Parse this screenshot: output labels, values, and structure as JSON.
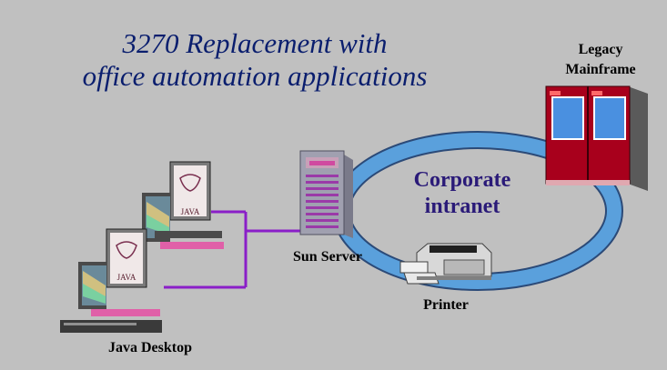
{
  "title": {
    "line1": "3270 Replacement with",
    "line2": "office automation applications"
  },
  "labels": {
    "mainframe_line1": "Legacy",
    "mainframe_line2": "Mainframe",
    "intranet_line1": "Corporate",
    "intranet_line2": "intranet",
    "server": "Sun Server",
    "printer": "Printer",
    "desktop": "Java Desktop"
  },
  "colors": {
    "background": "#c0c0c0",
    "title": "#0a1e6e",
    "ring": "#5aa0dc",
    "mainframe": "#a8001c",
    "link": "#8a1ec8"
  }
}
